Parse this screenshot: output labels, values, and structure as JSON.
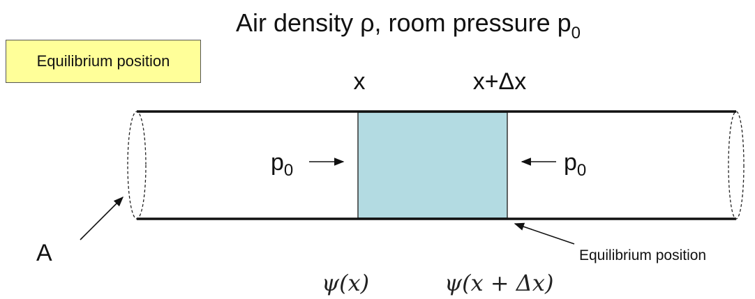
{
  "title": {
    "main": "Air density ρ, room pressure p",
    "sub": "0"
  },
  "callout": {
    "text": "Equilibrium position"
  },
  "labels": {
    "x_left": "x",
    "x_right": "x+Δx",
    "pressure_left_main": "p",
    "pressure_left_sub": "0",
    "pressure_right_main": "p",
    "pressure_right_sub": "0",
    "area": "A",
    "equilibrium_bottom": "Equilibrium position",
    "psi_left": "ψ(x)",
    "psi_right": "ψ(x + Δx)"
  },
  "colors": {
    "slab_fill": "#b3dbe2",
    "callout_fill": "#ffff99",
    "line": "#111111"
  }
}
